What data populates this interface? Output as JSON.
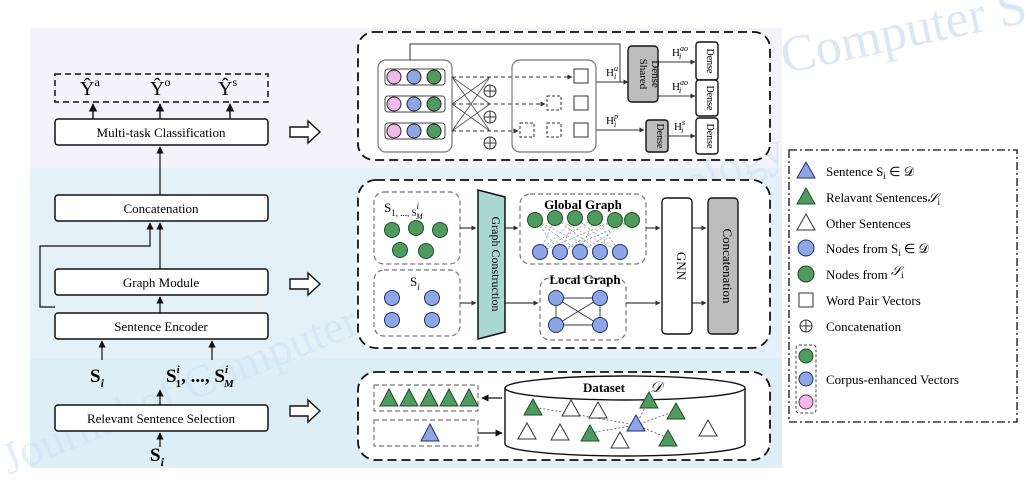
{
  "left_pipeline": {
    "outputs": [
      "Ŷ",
      "Ŷ",
      "Ŷ"
    ],
    "output_superscripts": [
      "a",
      "o",
      "s"
    ],
    "multi_task": "Multi-task Classification",
    "concatenation": "Concatenation",
    "graph_module": "Graph Module",
    "sentence_encoder": "Sentence Encoder",
    "relevant_selection": "Relevant Sentence Selection",
    "si_label": "S",
    "si_sub": "i",
    "s1m_label": "S",
    "s1m_sup": "i",
    "s1m_sub": "1",
    "s1m_mid": ", ..., S",
    "s1m_sup2": "i",
    "s1m_sub2": "M",
    "bottom_si": "S",
    "bottom_si_sub": "i"
  },
  "top_panel": {
    "shared_dense": [
      "Shared",
      "Dense"
    ],
    "dense": "Dense",
    "h_u": "H",
    "h_u_sup": "u",
    "h_u_sub": "i",
    "h_ao": "H",
    "h_ao_sup": "ao",
    "h_ao_sub": "i",
    "h_p": "H",
    "h_p_sup": "p",
    "h_p_sub": "i",
    "h_s": "H",
    "h_s_sup": "s",
    "h_s_sub": "i"
  },
  "middle_panel": {
    "s_1m": "S",
    "s_1m_rest": "1, ..., S",
    "s_1m_sub": "M",
    "s_1m_sup": "i",
    "s_i": "S",
    "s_i_sub": "i",
    "graph_construction": "Graph Construction",
    "global_graph": "Global Graph",
    "local_graph": "Local Graph",
    "gnn": "GNN",
    "concatenation": "Concatenation"
  },
  "bottom_panel": {
    "dataset": "Dataset",
    "dataset_symbol": "𝒟"
  },
  "legend": {
    "items": [
      {
        "text": "Sentence S",
        "math": "i",
        "tail": " ∈ 𝒟"
      },
      {
        "text": "Relavant Sentences",
        "math": "𝒮",
        "tail_sub": "i"
      },
      {
        "text": "Other Sentences"
      },
      {
        "text": "Nodes from S",
        "math": "i",
        "tail": " ∈ 𝒟"
      },
      {
        "text": "Nodes from ",
        "math": "𝒮",
        "tail_sub": "i"
      },
      {
        "text": "Word Pair Vectors"
      },
      {
        "text": "Concatenation"
      },
      {
        "text": "Corpus-enhanced Vectors"
      }
    ]
  },
  "watermark": {
    "line1": "Journal of Computer Science and Technology",
    "line2": "Journal of Computer Science and Technology"
  },
  "colors": {
    "blue_node": "#8fa6e6",
    "green_node": "#4f9a5e",
    "pink_node": "#f2b9ea",
    "teal_box": "#a9d8cf",
    "gray_box": "#bdbdbd",
    "top_bg": "#f3f3f9",
    "mid_bg": "#e4f1f8",
    "bottom_bg": "#deeef7"
  }
}
